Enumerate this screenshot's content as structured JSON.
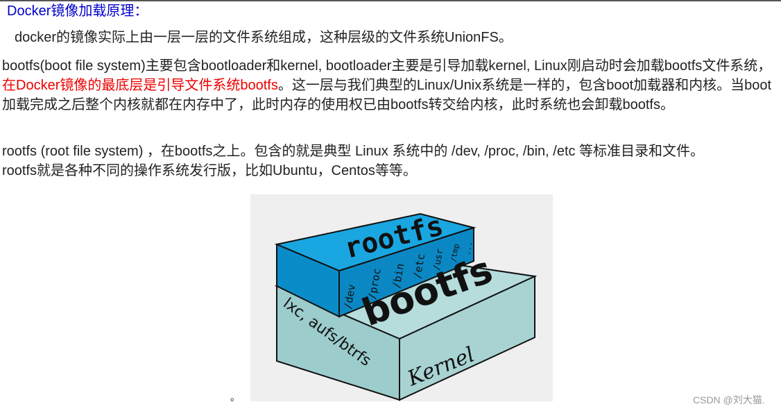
{
  "heading": "Docker镜像加载原理：",
  "para1": "docker的镜像实际上由一层一层的文件系统组成，这种层级的文件系统UnionFS。",
  "para2": {
    "part1": "bootfs(boot file system)主要包含bootloader和kernel, bootloader主要是引导加载kernel, Linux刚启动时会加载bootfs文件系统，",
    "highlight": "在Docker镜像的最底层是引导文件系统bootfs",
    "part2": "。这一层与我们典型的Linux/Unix系统是一样的，包含boot加载器和内核。当boot加载完成之后整个内核就都在内存中了，此时内存的使用权已由bootfs转交给内核，此时系统也会卸载bootfs。"
  },
  "para3": {
    "line1": "rootfs (root file system) ，在bootfs之上。包含的就是典型 Linux 系统中的 /dev, /proc, /bin, /etc 等标准目录和文件。",
    "line2": "rootfs就是各种不同的操作系统发行版，比如Ubuntu，Centos等等。"
  },
  "diagram": {
    "rootfs_label": "rootfs",
    "rootfs_dirs": [
      "/dev",
      "/proc",
      "/bin",
      "/etc",
      "/usr",
      "/tmp",
      "..."
    ],
    "bootfs_label": "bootfs",
    "bootfs_side": "lxc, aufs/btrfs",
    "kernel_label": "Kernel",
    "colors": {
      "rootfs_top": "#1aa6e0",
      "rootfs_front": "#0b88c4",
      "bootfs_top": "#b6dcdc",
      "bootfs_front": "#a9d3d3",
      "background": "#efefef"
    }
  },
  "trailing_period": "。",
  "watermark": "CSDN @刘大猫."
}
